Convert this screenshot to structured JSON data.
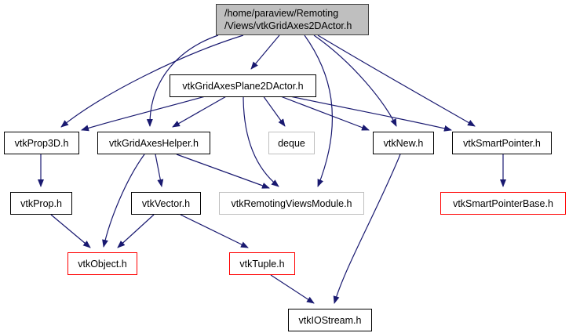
{
  "diagram": {
    "title": "Include dependency graph",
    "edge_color": "#191970",
    "node_styles": {
      "root_fill": "#bfbfbf",
      "root_border": "#404040",
      "normal_border": "#000000",
      "external_border": "#bfbfbf",
      "truncated_border": "#ff0000"
    },
    "nodes": [
      {
        "id": "root",
        "label_lines": [
          "/home/paraview/Remoting",
          "/Views/vtkGridAxes2DActor.h"
        ],
        "style": "root"
      },
      {
        "id": "plane",
        "label": "vtkGridAxesPlane2DActor.h",
        "style": "normal"
      },
      {
        "id": "prop3d",
        "label": "vtkProp3D.h",
        "style": "normal"
      },
      {
        "id": "helper",
        "label": "vtkGridAxesHelper.h",
        "style": "normal"
      },
      {
        "id": "deque",
        "label": "deque",
        "style": "external"
      },
      {
        "id": "new",
        "label": "vtkNew.h",
        "style": "normal"
      },
      {
        "id": "smartptr",
        "label": "vtkSmartPointer.h",
        "style": "normal"
      },
      {
        "id": "prop",
        "label": "vtkProp.h",
        "style": "normal"
      },
      {
        "id": "vector",
        "label": "vtkVector.h",
        "style": "normal"
      },
      {
        "id": "module",
        "label": "vtkRemotingViewsModule.h",
        "style": "external"
      },
      {
        "id": "spbase",
        "label": "vtkSmartPointerBase.h",
        "style": "truncated"
      },
      {
        "id": "object",
        "label": "vtkObject.h",
        "style": "truncated"
      },
      {
        "id": "tuple",
        "label": "vtkTuple.h",
        "style": "truncated"
      },
      {
        "id": "iostream",
        "label": "vtkIOStream.h",
        "style": "normal"
      }
    ],
    "edges": [
      {
        "from": "root",
        "to": "plane"
      },
      {
        "from": "root",
        "to": "prop3d"
      },
      {
        "from": "root",
        "to": "helper"
      },
      {
        "from": "root",
        "to": "module"
      },
      {
        "from": "root",
        "to": "new"
      },
      {
        "from": "root",
        "to": "smartptr"
      },
      {
        "from": "plane",
        "to": "prop3d"
      },
      {
        "from": "plane",
        "to": "helper"
      },
      {
        "from": "plane",
        "to": "deque"
      },
      {
        "from": "plane",
        "to": "module"
      },
      {
        "from": "plane",
        "to": "new"
      },
      {
        "from": "plane",
        "to": "smartptr"
      },
      {
        "from": "prop3d",
        "to": "prop"
      },
      {
        "from": "helper",
        "to": "object"
      },
      {
        "from": "helper",
        "to": "vector"
      },
      {
        "from": "helper",
        "to": "module"
      },
      {
        "from": "new",
        "to": "iostream"
      },
      {
        "from": "smartptr",
        "to": "spbase"
      },
      {
        "from": "prop",
        "to": "object"
      },
      {
        "from": "vector",
        "to": "object"
      },
      {
        "from": "vector",
        "to": "tuple"
      },
      {
        "from": "tuple",
        "to": "iostream"
      }
    ]
  }
}
